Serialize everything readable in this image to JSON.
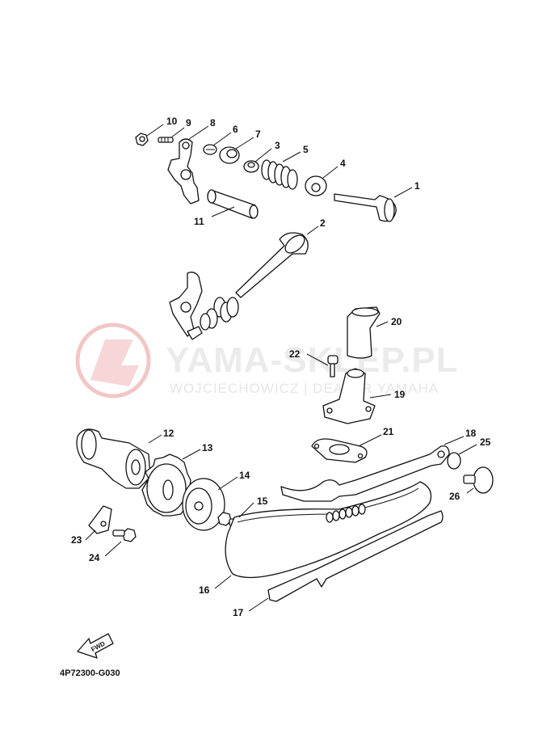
{
  "watermark": {
    "brand": "YAMA-SKLEP.PL",
    "dealer": "WOJCIECHOWICZ | DEALER YAMAHA"
  },
  "parts": [
    {
      "id": "1",
      "label": "1"
    },
    {
      "id": "2",
      "label": "2"
    },
    {
      "id": "3",
      "label": "3"
    },
    {
      "id": "4",
      "label": "4"
    },
    {
      "id": "5",
      "label": "5"
    },
    {
      "id": "6",
      "label": "6"
    },
    {
      "id": "7",
      "label": "7"
    },
    {
      "id": "8",
      "label": "8"
    },
    {
      "id": "9",
      "label": "9"
    },
    {
      "id": "10",
      "label": "10"
    },
    {
      "id": "11",
      "label": "11"
    },
    {
      "id": "12",
      "label": "12"
    },
    {
      "id": "13",
      "label": "13"
    },
    {
      "id": "14",
      "label": "14"
    },
    {
      "id": "15",
      "label": "15"
    },
    {
      "id": "16",
      "label": "16"
    },
    {
      "id": "17",
      "label": "17"
    },
    {
      "id": "18",
      "label": "18"
    },
    {
      "id": "19",
      "label": "19"
    },
    {
      "id": "20",
      "label": "20"
    },
    {
      "id": "21",
      "label": "21"
    },
    {
      "id": "22",
      "label": "22"
    },
    {
      "id": "23",
      "label": "23"
    },
    {
      "id": "24",
      "label": "24"
    },
    {
      "id": "25",
      "label": "25"
    },
    {
      "id": "26",
      "label": "26"
    }
  ],
  "fwd_label": "FWD",
  "diagram_code": "4P72300-G030",
  "colors": {
    "line": "#111111",
    "watermark_logo": "#f3c6c6",
    "watermark_text": "#e6e6e6"
  }
}
